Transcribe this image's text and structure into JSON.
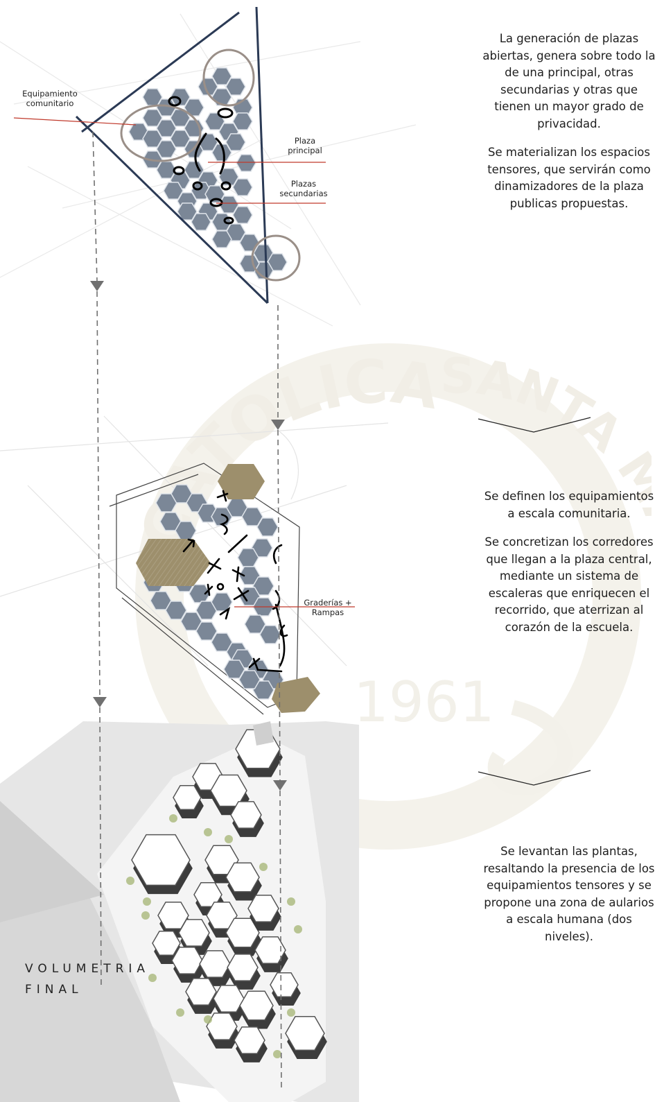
{
  "watermark": {
    "top_text": "CATOLICA",
    "side_text": "SANTA MARIA",
    "year": "1961"
  },
  "diagram_1": {
    "labels": {
      "equipamiento": "Equipamiento comunitario",
      "plaza_principal": "Plaza principal",
      "plazas_secundarias": "Plazas secundarias"
    },
    "description": [
      "La generación de plazas abiertas, genera sobre todo la de una principal, otras secundarias y otras que tienen un mayor grado de privacidad.",
      "Se materializan los espacios tensores, que servirán como dinamizadores de la plaza publicas propuestas."
    ]
  },
  "diagram_2": {
    "labels": {
      "graderias": "Graderías + Rampas"
    },
    "description": [
      "Se definen los equipamientos a escala comunitaria.",
      "Se concretizan los corredores que llegan a la plaza central, mediante un sistema de escaleras que enriquecen el recorrido, que aterrizan al corazón de la escuela."
    ]
  },
  "diagram_3": {
    "title_line1": "VOLUMETRIA",
    "title_line2": "FINAL",
    "description": [
      "Se levantan las plantas, resaltando la presencia de los equipamientos tensores y se propone una zona de aularios a escala humana (dos niveles)."
    ]
  },
  "colors": {
    "hex_fill": "#7b8797",
    "hex_stroke": "#dfe4ea",
    "equip_fill": "#9d8f6c",
    "outline": "#2b3a55",
    "leader": "#c0392b",
    "arrow": "#707070",
    "watermark": "#e8e4d6",
    "tree": "#a9b87a"
  }
}
